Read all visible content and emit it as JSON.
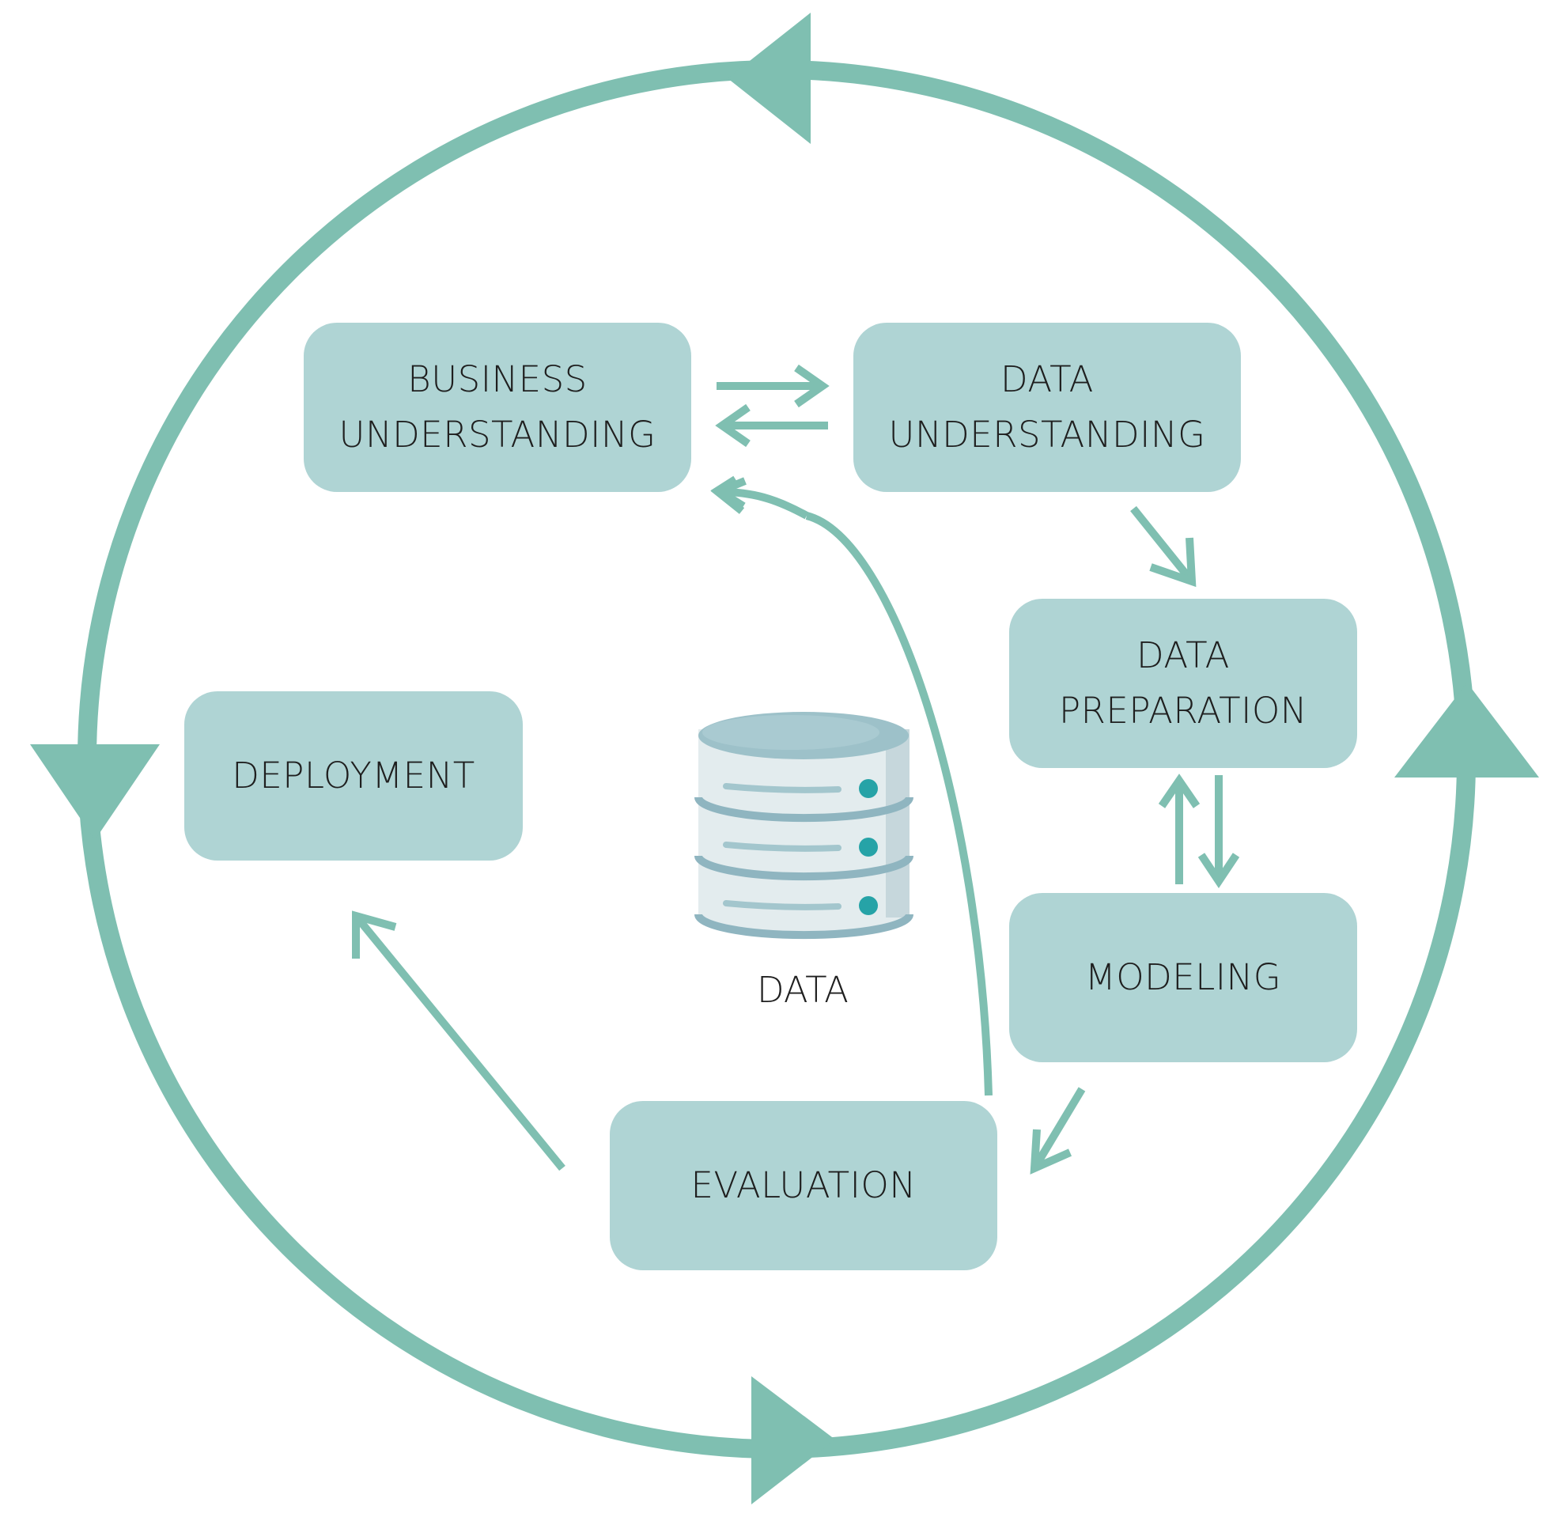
{
  "colors": {
    "arrow": "#7fbfb1",
    "box_fill": "#afd4d4",
    "db_top": "#9dc1c9",
    "db_body": "#e3ecee",
    "db_band": "#8fb5c0",
    "db_dot": "#26a3a7",
    "text": "#1f1f1f"
  },
  "phases": {
    "business": {
      "line1": "BUSINESS",
      "line2": "UNDERSTANDING"
    },
    "data_understanding": {
      "line1": "DATA",
      "line2": "UNDERSTANDING"
    },
    "data_preparation": {
      "line1": "DATA",
      "line2": "PREPARATION"
    },
    "modeling": {
      "line1": "MODELING"
    },
    "evaluation": {
      "line1": "EVALUATION"
    },
    "deployment": {
      "line1": "DEPLOYMENT"
    }
  },
  "center": {
    "icon": "database-icon",
    "label": "DATA"
  }
}
